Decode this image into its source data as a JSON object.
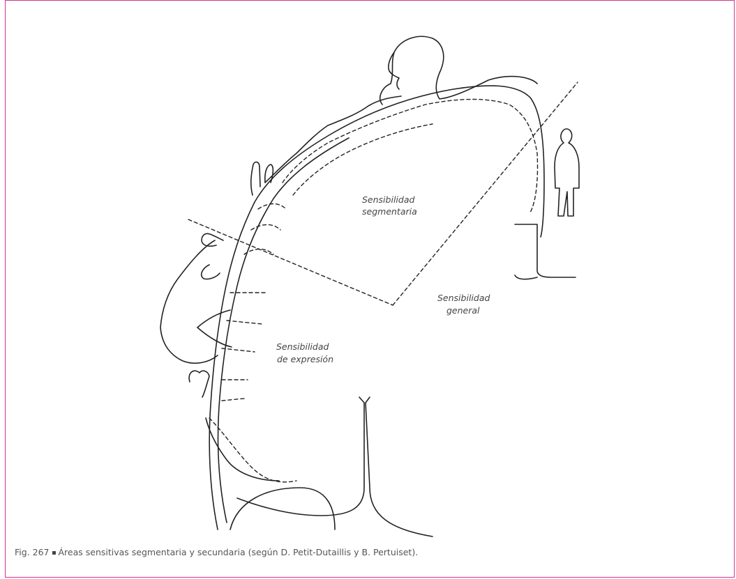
{
  "figure": {
    "labels": {
      "segmentaria_l1": "Sensibilidad",
      "segmentaria_l2": "segmentaria",
      "general_l1": "Sensibilidad",
      "general_l2": "general",
      "expresion_l1": "Sensibilidad",
      "expresion_l2": "de expresión"
    },
    "colors": {
      "frame": "#d1338c",
      "ink": "#222222",
      "text": "#555555"
    }
  },
  "caption": {
    "number": "Fig. 267",
    "text": "Áreas sensitivas segmentaria y secundaria (según D. Petit-Dutaillis y B. Pertuiset)."
  }
}
